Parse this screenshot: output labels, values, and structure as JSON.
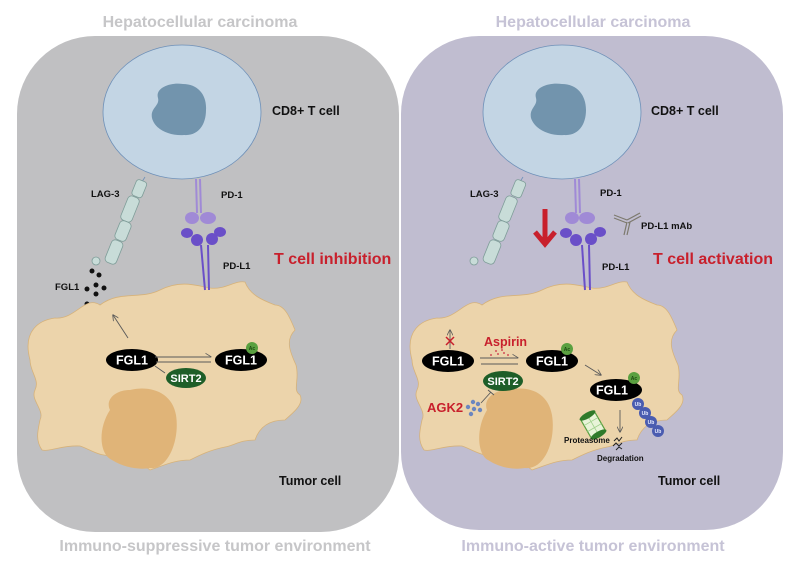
{
  "left_panel": {
    "title": "Hepatocellular carcinoma",
    "footer": "Immuno-suppressive tumor environment",
    "background": "#c0c0c2",
    "t_cell_label": "CD8+ T cell",
    "lag3_label": "LAG-3",
    "pd1_label": "PD-1",
    "pdl1_label": "PD-L1",
    "fgl1_secreted_label": "FGL1",
    "outcome": "T cell inhibition",
    "fgl1_label": "FGL1",
    "fgl1_ac_label": "FGL1",
    "ac_label": "Ac",
    "sirt2_label": "SIRT2",
    "tumor_cell_label": "Tumor cell"
  },
  "right_panel": {
    "title": "Hepatocellular carcinoma",
    "footer": "Immuno-active tumor environment",
    "background": "#c0bdd0",
    "t_cell_label": "CD8+ T cell",
    "lag3_label": "LAG-3",
    "pd1_label": "PD-1",
    "pdl1_label": "PD-L1",
    "antibody_label": "PD-L1 mAb",
    "outcome": "T cell activation",
    "fgl1_label": "FGL1",
    "fgl1_ac_label": "FGL1",
    "fgl1_ub_label": "FGL1",
    "ac_label": "Ac",
    "sirt2_label": "SIRT2",
    "aspirin_label": "Aspirin",
    "agk2_label": "AGK2",
    "ub_labels": [
      "Ub",
      "Ub",
      "Ub",
      "Ub"
    ],
    "proteasome_label": "Proteasome",
    "degradation_label": "Degradation",
    "tumor_cell_label": "Tumor cell"
  },
  "colors": {
    "t_cell_body": "#c3d5e4",
    "t_cell_nucleus": "#7294ad",
    "tumor_body": "#ecd4ab",
    "tumor_nucleus": "#e0b478",
    "pd1": "#a08ad6",
    "pdl1": "#6a4fc8",
    "lag3": "#c8dcd8",
    "fgl1": "#000000",
    "sirt2": "#1e5e28",
    "ac": "#5aa040",
    "ub": "#4a5cb0",
    "accent_red": "#c8202c"
  }
}
